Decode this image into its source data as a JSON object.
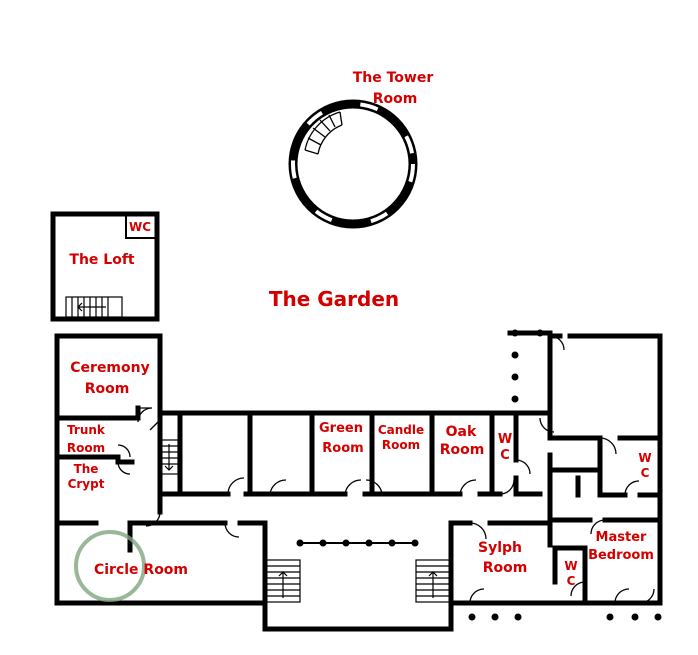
{
  "colors": {
    "label": "#d40000",
    "wall": "#000000",
    "circle_ring": "#7fa57f"
  },
  "labels": {
    "tower_line1": "The Tower",
    "tower_line2": "Room",
    "loft_wc": "WC",
    "loft": "The Loft",
    "garden": "The Garden",
    "ceremony_line1": "Ceremony",
    "ceremony_line2": "Room",
    "trunk_line1": "Trunk",
    "trunk_line2": "Room",
    "crypt_line1": "The",
    "crypt_line2": "Crypt",
    "circle_room": "Circle Room",
    "green_line1": "Green",
    "green_line2": "Room",
    "candle_line1": "Candle",
    "candle_line2": "Room",
    "oak_line1": "Oak",
    "oak_line2": "Room",
    "wc_corridor_w": "W",
    "wc_corridor_c": "C",
    "sylph_line1": "Sylph",
    "sylph_line2": "Room",
    "wc_sylph_w": "W",
    "wc_sylph_c": "C",
    "master_line1": "Master",
    "master_line2": "Bedroom",
    "wc_east_w": "W",
    "wc_east_c": "C"
  }
}
